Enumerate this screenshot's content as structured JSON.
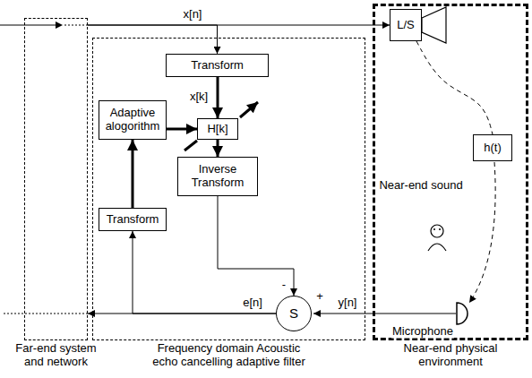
{
  "diagram": {
    "nodes": [
      {
        "text": [
          "Far-end system and network"
        ]
      },
      {
        "text": [
          "Frequency domain Acoustic echo cancelling adaptive filter"
        ]
      },
      {
        "text": [
          "Transform"
        ],
        "in": 1
      },
      {
        "text": [
          "H[k]"
        ],
        "in": 1
      },
      {
        "text": [
          "Adaptive alogorithm"
        ],
        "in": 1
      },
      {
        "text": [
          "Inverse Transform"
        ],
        "in": 1
      },
      {
        "text": [
          "Transform"
        ],
        "in": 1
      },
      {
        "text": [
          "S"
        ],
        "in": 1
      },
      {
        "text": [
          "Near-end physical environment"
        ]
      },
      {
        "text": [
          "L/S"
        ],
        "in": 8
      },
      {
        "text": [
          "h(t)"
        ],
        "in": 8
      }
    ],
    "edges": [
      {
        "from": 0,
        "to": 9,
        "arrow": "to",
        "label": "x[n]"
      },
      {
        "from": 0,
        "to": 2,
        "arrow": "to"
      },
      {
        "from": 2,
        "to": 3,
        "arrow": "to",
        "label": "x[k]"
      },
      {
        "from": 4,
        "to": 3,
        "arrow": "to"
      },
      {
        "from": 3,
        "to": 5,
        "arrow": "to"
      },
      {
        "from": 6,
        "to": 4,
        "arrow": "to"
      },
      {
        "from": 5,
        "to": 7,
        "arrow": "to"
      },
      {
        "from": 7,
        "to": 0,
        "arrow": "to",
        "label": "e[n]"
      },
      {
        "from": 7,
        "to": 6,
        "arrow": "to"
      },
      {
        "from": 9,
        "to": 10,
        "arrow": "none"
      }
    ],
    "labels": [
      "-",
      "+",
      "y[n]",
      "Near-end sound",
      "Microphone"
    ]
  }
}
